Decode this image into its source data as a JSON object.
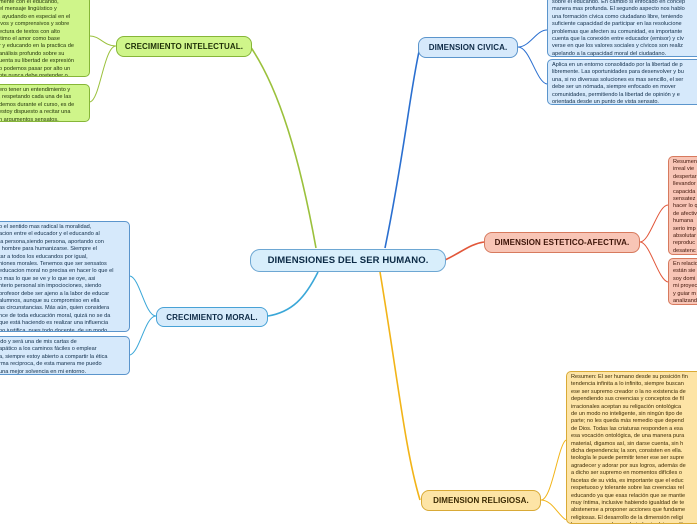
{
  "central": {
    "label": "DIMENSIONES DEL SER HUMANO."
  },
  "branches": {
    "intelectual": {
      "label": "CRECIMIENTO INTELECTUAL.",
      "color": "#9bc13c",
      "notes": [
        "mente con el educando,\n el mensaje lingüístico y\n, ayudando en especial en el\nivos y comprensivos y sobre\nectura de textos con alto\nltimo el amor como base\nr y educando en la practica de\n análisis profundo sobre su\nuenta su libertad de expresión\no podemos pasar por alto un\nnte nunca debe pretender o\nando.",
        "ero tener un entendimiento y\n, respetando cada una de las\ndemos durante el curso, es de\n estoy dispuesto a recitar una\nn argumentos sensatos."
      ]
    },
    "moral": {
      "label": "CRECIMIENTO MORAL.",
      "color": "#3aa7d8",
      "notes": [
        "o el sentido mas radical la moralidad,\nacion entre el educador y el educando al\n la persona,siendo persona, aportando con\n l hombre para humanizarse. Siempre el\ntar a todos los educandos por igual,\nniones morales. Tenemos que ser sensatos\neducacion moral no precisa en hacer lo que el\no mas lo que se ve y lo que se oye, asi\nnterio personal sin impociociones, siendo\nprofesor debe ser ajeno a la labor de educar\n alumnos, aunque su compromiso en ella\nas circunstancias. Más aún, quien considera\nnce de toda educación moral, quizá no se da\nque está haciendo es realizar una influencia\n no justifica, pues todo docente, de un modo\n en la configuración moral de sus alumnos.",
        "ido y será una de mis cartas de\n apático a los caminos fáciles o emplear\na, siempre estoy abierto a compartir la ética\nrma reciproca, de esta manera me puedo\nuna mejor solvencia en mi entorno."
      ]
    },
    "civica": {
      "label": "DIMENSION CIVICA.",
      "color": "#2a6fd0",
      "notes": [
        "sobre el educando. En cambio si enfocado en concep\nmanera mas profunda. El segundo aspecto nos hablo\nuna formación cívica como ciudadano libre, teniendo\nsuficiente capacidad de participar en las resolucione\nproblemas que afecten su comunidad, es importante\ncuenta que la conexión entre educador (emisor) y cív\nverse en que los valores sociales y cívicos son realiz\napelando a la capacidad moral del ciudadano.",
        "Aplica en un entorno consolidado por la libertad de p\nlibremente. Las oportunidades para desenvolver y bu\nuna, si no diversas soluciones es mas sencillo, el ser\ndebe ser un nómada, siempre enfocado en mover\ncomunidades, permitiendo la libertad de opinión y e\norientada desde un punto de vista sensato."
      ]
    },
    "estetico": {
      "label": "DIMENSION ESTETICO-AFECTIVA.",
      "color": "#e2573a",
      "notes": [
        "Resumen:\nirreal vie\ndespertar\nllevandor\ncapacida\nsensatez\nhacer lo q\nde afectiv\nhumana \nserio imp\nabsolutar\nreproduc\ndesatenc\nhumana.",
        "En relacio\nestán sie\nsoy domi\nmi proyec\ny guiar m\nanalizand"
      ]
    },
    "religiosa": {
      "label": "DIMENSION RELIGIOSA.",
      "color": "#f2b418",
      "notes": [
        "Resumen: El ser humano desde su posición fin\ntendencia infinita a lo infinito, siempre buscan\nese ser supremo creador o la no existencia de\ndependiendo sus creencias y conceptos de fil\nirracionales aceptan su religación ontológica\nde un modo no inteligente, sin ningún tipo de\nparte; no les queda más remedio que depend\nde Dios. Todas las criaturas responden a esa\nesa vocación ontológica, de una manera pura\nmaterial, digamos así, sin darse cuenta, sin h\ndicha dependencia; la son, consisten en ella.\nteología le puede permitir tener ese ser supre\nagradecer y adorar por sus logros, además de\na dicho ser supremo en momentos difíciles o\nfacetas de su vida, es importante que el educ\nrespetuoso y tolerante sobre las creencias rel\neducando ya que esas relación que se mantie\nmuy íntima, inclusive habiendo igualdad de te\nabstenerse a proponer acciones que fundame\nreligiosas. El desarrollo de la dimensión religi\nhumano no puede ser obviado sin dejar mutil\ndeforme su crecimiento como persona."
      ]
    }
  }
}
